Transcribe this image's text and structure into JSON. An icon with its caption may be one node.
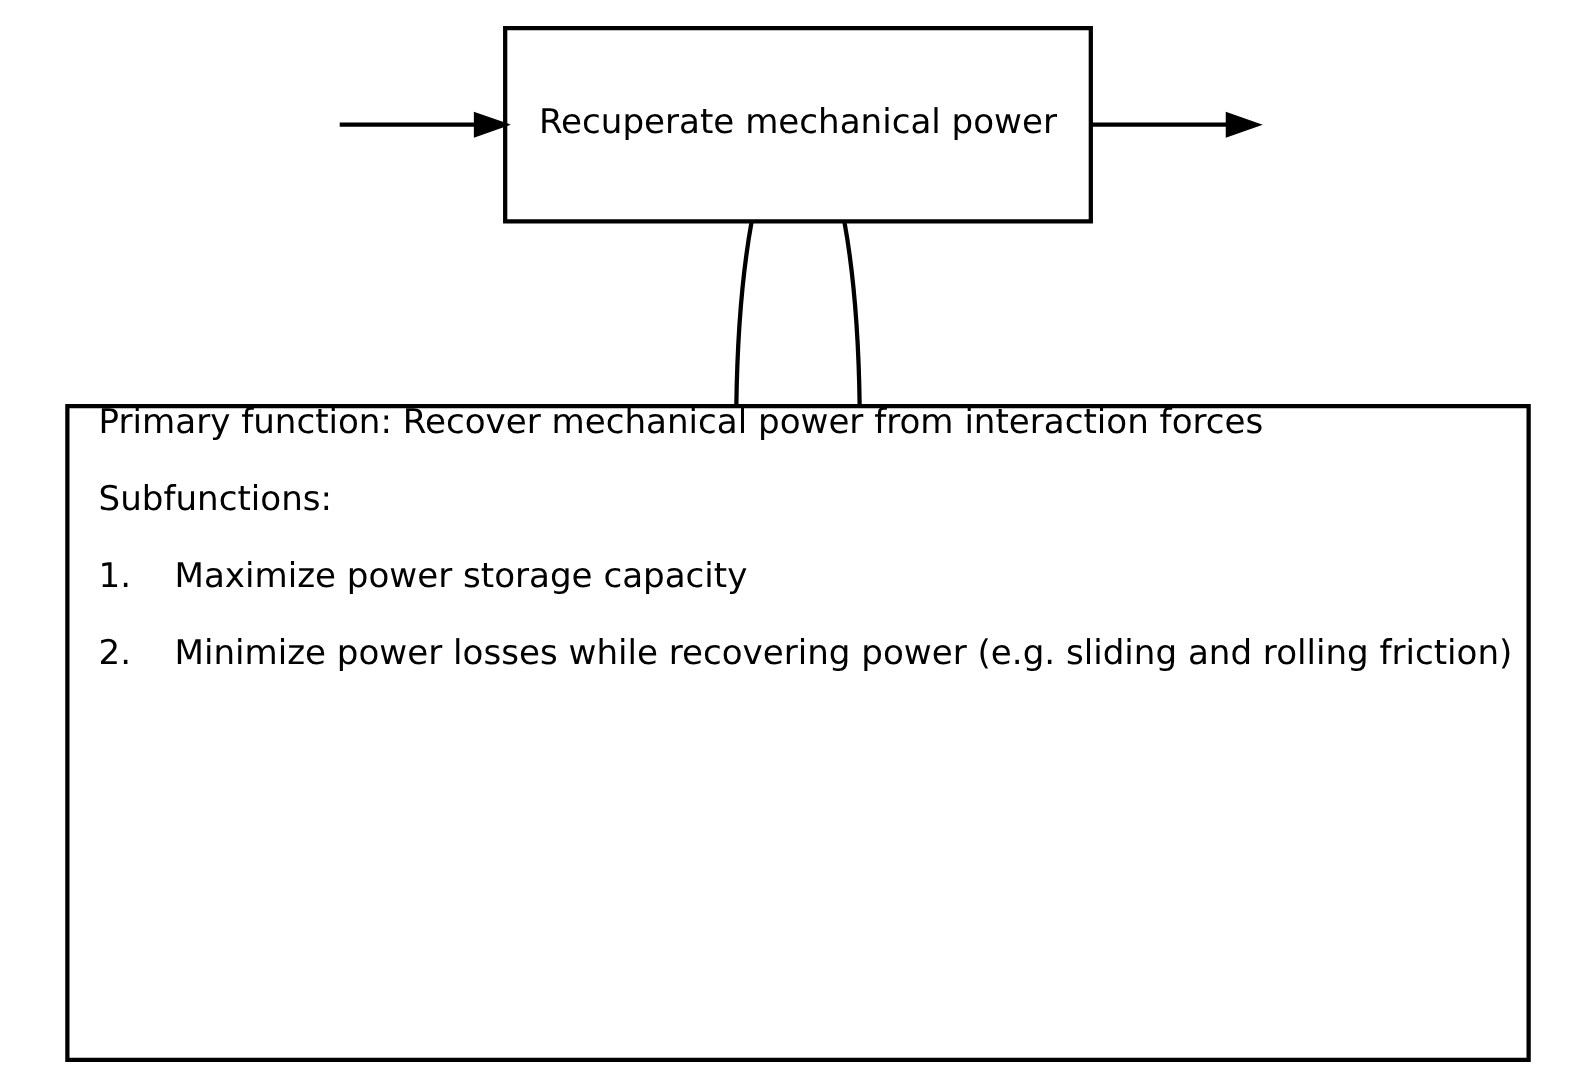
{
  "diagram": {
    "nodes": [
      {
        "text": [
          "Recuperate mechanical power"
        ]
      },
      {
        "text": [
          "Primary function: Recover mechanical power from interaction forces",
          "Subfunctions:",
          "1.    Maximize power storage capacity",
          "2.    Minimize power losses while recovering power (e.g. sliding and rolling friction)"
        ]
      }
    ],
    "edges": [
      {
        "from": null,
        "to": 0,
        "arrow": "to"
      },
      {
        "from": 0,
        "to": null,
        "arrow": "to"
      },
      {
        "from": 0,
        "to": 1,
        "arrow": "none"
      },
      {
        "from": 0,
        "to": 1,
        "arrow": "none"
      }
    ]
  }
}
